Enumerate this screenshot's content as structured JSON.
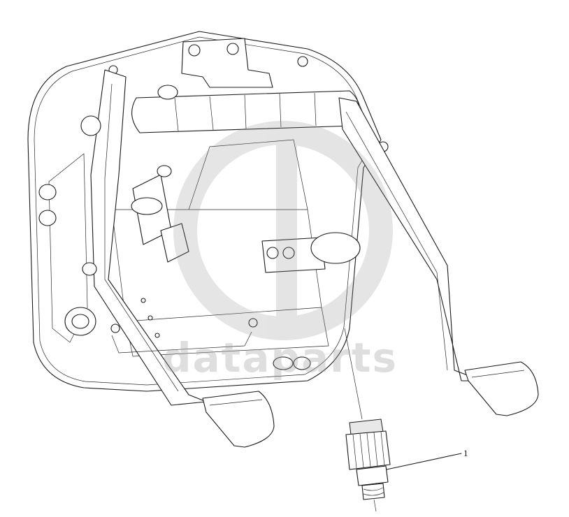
{
  "diagram": {
    "callouts": [
      {
        "label": "1",
        "part": "clutch-pedal-switch"
      }
    ],
    "watermark": {
      "text": "dataparts",
      "color": "#a0a0a0"
    }
  }
}
